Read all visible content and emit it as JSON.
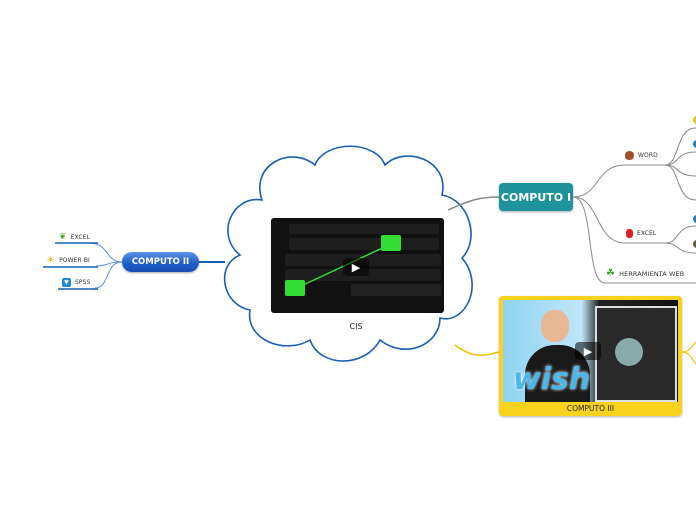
{
  "central": {
    "label": "CIS",
    "media": "keyboard-video-thumbnail"
  },
  "computo_ii": {
    "label": "COMPUTO II",
    "color": "#1f5dc8",
    "items": [
      {
        "label": "EXCEL",
        "icon": "leaf-icon"
      },
      {
        "label": "POWER BI",
        "icon": "sun-icon"
      },
      {
        "label": "SPSS",
        "icon": "blue-arrow-icon"
      }
    ]
  },
  "computo_i": {
    "label": "COMPUTO I",
    "color": "#1f939b",
    "items": [
      {
        "label": "WORD",
        "icon": "football-icon"
      },
      {
        "label": "EXCEL",
        "icon": "boxing-glove-icon"
      },
      {
        "label": "HERRAMIENTA WEB",
        "icon": "clover-icon"
      }
    ]
  },
  "computo_iii": {
    "label": "COMPUTO III",
    "color": "#f8d21c",
    "thumbnail_text": "wish"
  }
}
